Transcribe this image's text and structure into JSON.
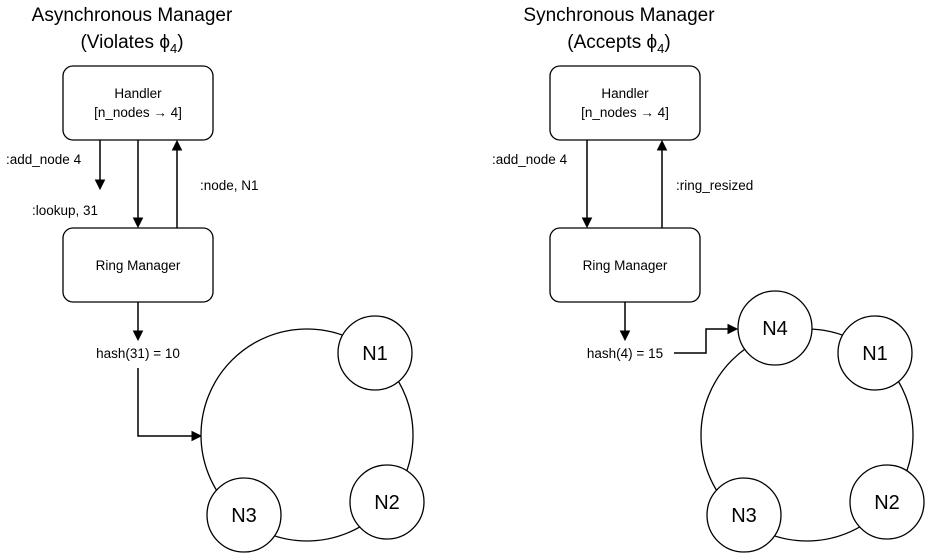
{
  "left": {
    "title_line1": "Asynchronous Manager",
    "title_line2_prefix": "(Violates ",
    "title_phi": "ϕ",
    "title_sub": "4",
    "title_line2_suffix": ")",
    "handler_label": "Handler",
    "handler_state": "[n_nodes → 4]",
    "ring_manager_label": "Ring Manager",
    "msg_add_node": ":add_node 4",
    "msg_lookup": ":lookup, 31",
    "msg_reply": ":node, N1",
    "hash_label": "hash(31) = 10",
    "nodes": [
      "N1",
      "N2",
      "N3"
    ]
  },
  "right": {
    "title_line1": "Synchronous Manager",
    "title_line2_prefix": "(Accepts ",
    "title_phi": "ϕ",
    "title_sub": "4",
    "title_line2_suffix": ")",
    "handler_label": "Handler",
    "handler_state": "[n_nodes → 4]",
    "ring_manager_label": "Ring Manager",
    "msg_add_node": ":add_node 4",
    "msg_reply": ":ring_resized",
    "hash_label": "hash(4) = 15",
    "nodes": [
      "N4",
      "N1",
      "N2",
      "N3"
    ]
  }
}
